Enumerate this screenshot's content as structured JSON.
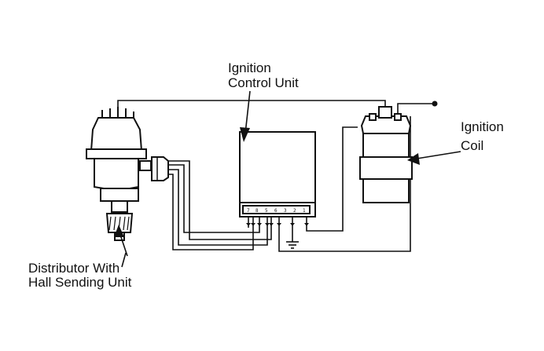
{
  "labels": {
    "ignition_control_unit": [
      "Ignition",
      "Control Unit"
    ],
    "ignition_coil": [
      "Ignition",
      "Coil"
    ],
    "distributor": [
      "Distributor With",
      "Hall Sending Unit"
    ]
  },
  "terminals": [
    "7",
    "8",
    "5",
    "6",
    "3",
    "2",
    "1"
  ],
  "colors": {
    "ink": "#111111",
    "paper": "#ffffff"
  }
}
